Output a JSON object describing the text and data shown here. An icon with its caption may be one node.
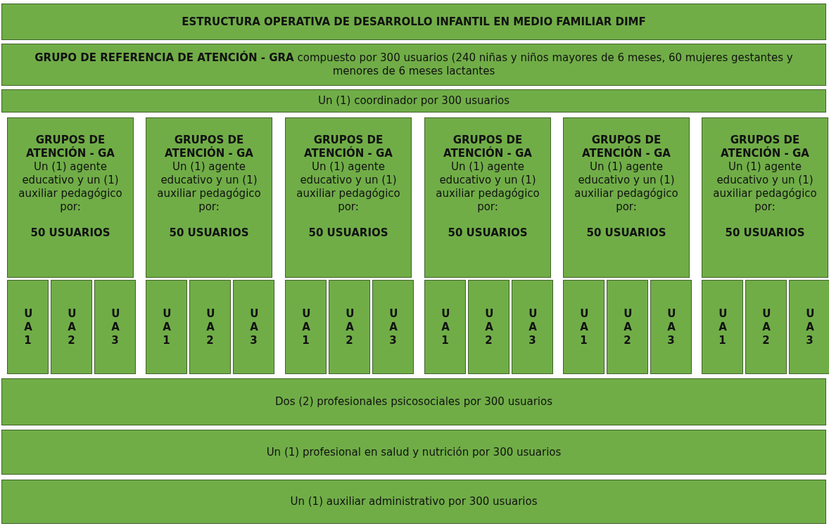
{
  "diagram": {
    "nodes": [
      {
        "text": [
          "ESTRUCTURA OPERATIVA DE DESARROLLO INFANTIL EN MEDIO FAMILIAR  DIMF"
        ]
      },
      {
        "text": [
          "**GRUPO DE REFERENCIA DE ATENCIÓN - GRA** compuesto por 300 usuarios (240 niñas y niños mayores de 6 meses, 60 mujeres gestantes y menores de 6 meses lactantes"
        ]
      },
      {
        "text": [
          "Un (1) coordinador por 300 usuarios"
        ]
      },
      {
        "text": [
          "GRUPOS DE ATENCIÓN - GA",
          "Un (1) agente educativo y un (1) auxiliar pedagógico por:",
          "50 USUARIOS"
        ]
      },
      {
        "text": [
          "GRUPOS DE ATENCIÓN - GA",
          "Un (1) agente educativo y un (1) auxiliar pedagógico por:",
          "50 USUARIOS"
        ]
      },
      {
        "text": [
          "GRUPOS DE ATENCIÓN - GA",
          "Un (1) agente educativo y un (1) auxiliar pedagógico por:",
          "50 USUARIOS"
        ]
      },
      {
        "text": [
          "GRUPOS DE ATENCIÓN - GA",
          "Un (1) agente educativo y un (1) auxiliar pedagógico por:",
          "50 USUARIOS"
        ]
      },
      {
        "text": [
          "GRUPOS DE ATENCIÓN - GA",
          "Un (1) agente educativo y un (1) auxiliar pedagógico por:",
          "50 USUARIOS"
        ]
      },
      {
        "text": [
          "GRUPOS DE ATENCIÓN - GA",
          "Un (1) agente educativo y un (1) auxiliar pedagógico por:",
          "50 USUARIOS"
        ]
      },
      {
        "text": [
          "U A 1"
        ]
      },
      {
        "text": [
          "U A 2"
        ]
      },
      {
        "text": [
          "U A 3"
        ]
      },
      {
        "text": [
          "U A 1"
        ]
      },
      {
        "text": [
          "U A 2"
        ]
      },
      {
        "text": [
          "U A 3"
        ]
      },
      {
        "text": [
          "U A 1"
        ]
      },
      {
        "text": [
          "U A 2"
        ]
      },
      {
        "text": [
          "U A 3"
        ]
      },
      {
        "text": [
          "U A 1"
        ]
      },
      {
        "text": [
          "U A 2"
        ]
      },
      {
        "text": [
          "U A 3"
        ]
      },
      {
        "text": [
          "U A 1"
        ]
      },
      {
        "text": [
          "U A 2"
        ]
      },
      {
        "text": [
          "U A 3"
        ]
      },
      {
        "text": [
          "U A 1"
        ]
      },
      {
        "text": [
          "U A 2"
        ]
      },
      {
        "text": [
          "U A 3"
        ]
      },
      {
        "text": [
          "Dos (2) profesionales psicosociales por 300 usuarios"
        ]
      },
      {
        "text": [
          "Un (1) profesional en salud y nutrición por 300 usuarios"
        ]
      },
      {
        "text": [
          "Un (1) auxiliar administrativo por 300 usuarios"
        ]
      }
    ]
  }
}
